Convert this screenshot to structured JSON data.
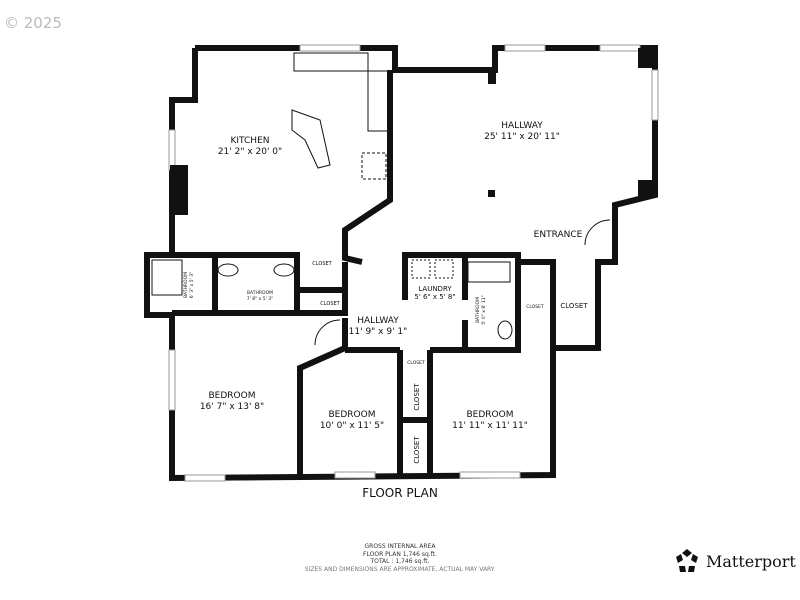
{
  "copyright": "© 2025",
  "title": "FLOOR PLAN",
  "rooms": {
    "kitchen": {
      "name": "KITCHEN",
      "dims": "21' 2\" x 20' 0\""
    },
    "hallway_main": {
      "name": "HALLWAY",
      "dims": "25' 11\" x 20' 11\""
    },
    "entrance": {
      "name": "ENTRANCE"
    },
    "closet_1": {
      "name": "CLOSET"
    },
    "closet_2": {
      "name": "CLOSET"
    },
    "bathroom_1": {
      "name": "BATHROOM",
      "dims": "6' 3\" x 5' 3\""
    },
    "bathroom_2": {
      "name": "BATHROOM",
      "dims": "7' 8\" x 5' 3\""
    },
    "laundry": {
      "name": "LAUNDRY",
      "dims": "5' 6\" x 5' 8\""
    },
    "bathroom_3": {
      "name": "BATHROOM",
      "dims": "5' 0\" x 8' 11\""
    },
    "closet_3": {
      "name": "CLOSET"
    },
    "closet_4": {
      "name": "CLOSET"
    },
    "hallway_small": {
      "name": "HALLWAY",
      "dims": "11' 9\" x 9' 1\""
    },
    "closet_5": {
      "name": "CLOSET"
    },
    "closet_6": {
      "name": "CLOSET"
    },
    "closet_7": {
      "name": "CLOSET"
    },
    "bedroom_1": {
      "name": "BEDROOM",
      "dims": "16' 7\" x 13' 8\""
    },
    "bedroom_2": {
      "name": "BEDROOM",
      "dims": "10' 0\" x 11' 5\""
    },
    "bedroom_3": {
      "name": "BEDROOM",
      "dims": "11' 11\" x 11' 11\""
    }
  },
  "area": {
    "heading": "GROSS INTERNAL AREA",
    "floor_plan": "FLOOR PLAN 1,746 sq.ft.",
    "total": "TOTAL :  1,746 sq.ft.",
    "note": "SIZES AND DIMENSIONS ARE APPROXIMATE, ACTUAL MAY VARY."
  },
  "brand": {
    "name": "Matterport",
    "icon": "matterport-logo-icon"
  }
}
